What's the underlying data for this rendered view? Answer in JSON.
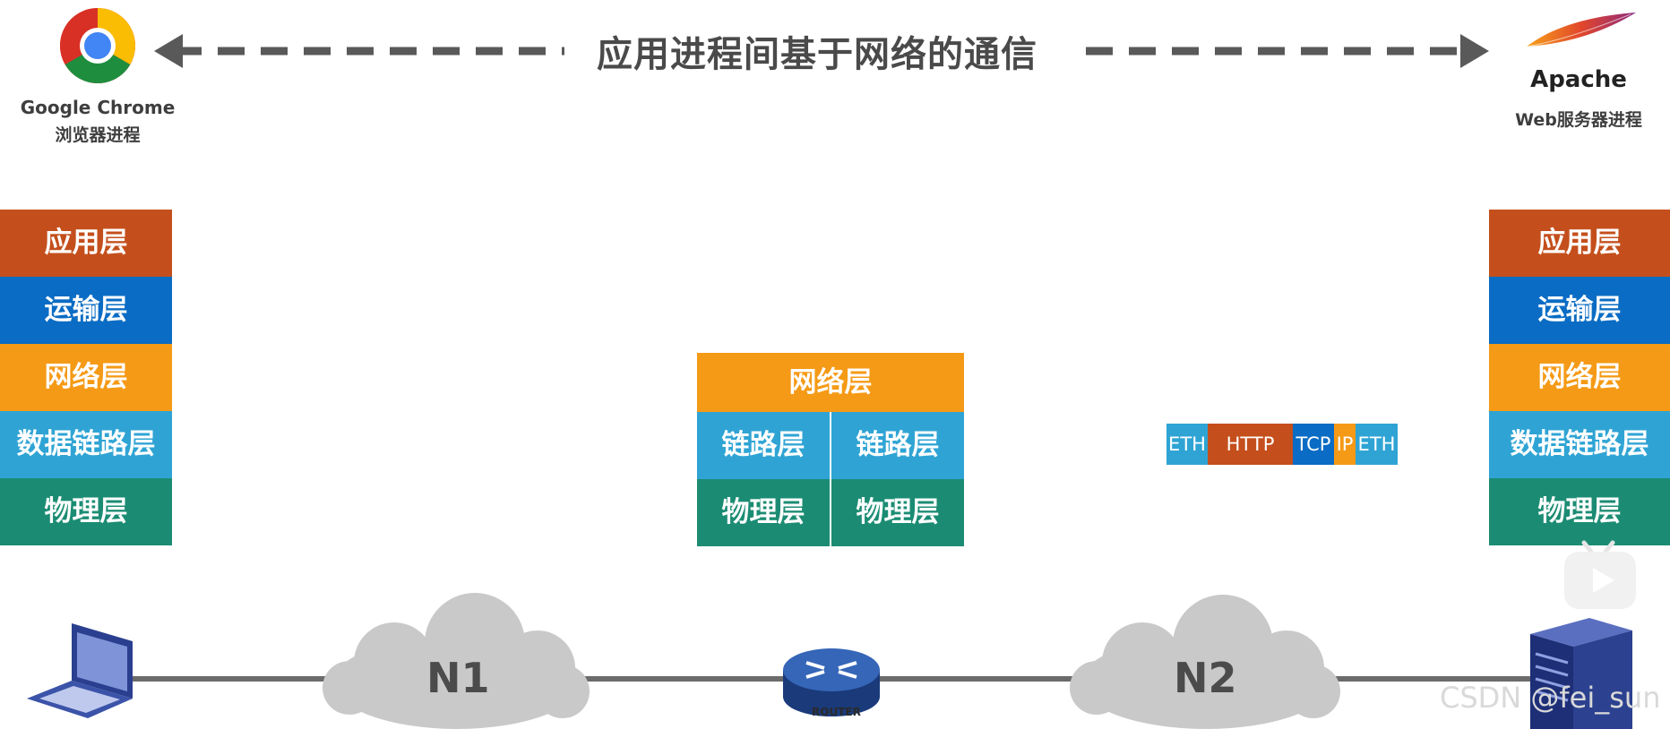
{
  "title": "应用进程间基于网络的通信",
  "left_process": {
    "name": "Google Chrome",
    "desc": "浏览器进程"
  },
  "right_process": {
    "name": "Apache",
    "desc": "Web服务器进程"
  },
  "host_layers": [
    "应用层",
    "运输层",
    "网络层",
    "数据链路层",
    "物理层"
  ],
  "router_layers": {
    "network": "网络层",
    "link": "链路层",
    "physical": "物理层"
  },
  "packet": [
    "ETH",
    "HTTP",
    "TCP",
    "IP",
    "ETH"
  ],
  "networks": {
    "n1": "N1",
    "n2": "N2"
  },
  "router_label": "ROUTER",
  "watermark": "CSDN @fei_sun",
  "colors": {
    "application": "#c44f1c",
    "transport": "#0a6cc4",
    "network": "#f59a16",
    "datalink": "#2fa4d4",
    "physical": "#1b8c73",
    "cloud": "#c9c9c9",
    "line": "#6b6b6b"
  },
  "icons": [
    "chrome-icon",
    "apache-feather-icon",
    "laptop-icon",
    "server-icon",
    "router-icon",
    "video-play-icon"
  ]
}
